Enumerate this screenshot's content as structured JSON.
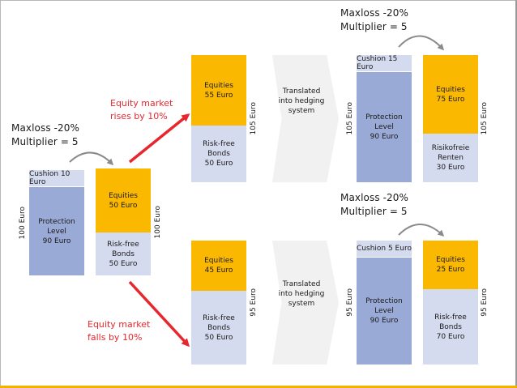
{
  "left": {
    "maxloss": "Maxloss -20%",
    "multiplier": "Multiplier = 5",
    "cushion": "Cushion 10 Euro",
    "protection": "Protection\nLevel\n90 Euro",
    "equities": "Equities\n50 Euro",
    "bonds": "Risk-free\nBonds\n50 Euro",
    "total_left": "100 Euro",
    "total_right": "100 Euro"
  },
  "rise": {
    "label": "Equity market\nrises by 10%",
    "equities": "Equities\n55 Euro",
    "bonds": "Risk-free\nBonds\n50 Euro",
    "total": "105 Euro",
    "translated": "Translated\ninto hedging\nsystem"
  },
  "fall": {
    "label": "Equity market\nfalls by 10%",
    "equities": "Equities\n45 Euro",
    "bonds": "Risk-free\nBonds\n50 Euro",
    "total": "95 Euro",
    "translated": "Translated\ninto hedging\nsystem"
  },
  "top_right": {
    "maxloss": "Maxloss -20%",
    "multiplier": "Multiplier = 5",
    "cushion": "Cushion 15 Euro",
    "protection": "Protection\nLevel\n90 Euro",
    "equities": "Equities\n75 Euro",
    "bonds": "Risikofreie\nRenten\n30 Euro",
    "total_left": "105 Euro",
    "total_right": "105 Euro"
  },
  "bottom_right": {
    "maxloss": "Maxloss -20%",
    "multiplier": "Multiplier = 5",
    "cushion": "Cushion 5 Euro",
    "protection": "Protection\nLevel\n90 Euro",
    "equities": "Equities\n25 Euro",
    "bonds": "Risk-free\nBonds\n70 Euro",
    "total_left": "95 Euro",
    "total_right": "95 Euro"
  },
  "colors": {
    "equity": "#fbb800",
    "protection": "#9aaad6",
    "bonds": "#d5dbee",
    "arrow_red": "#e8262d"
  }
}
